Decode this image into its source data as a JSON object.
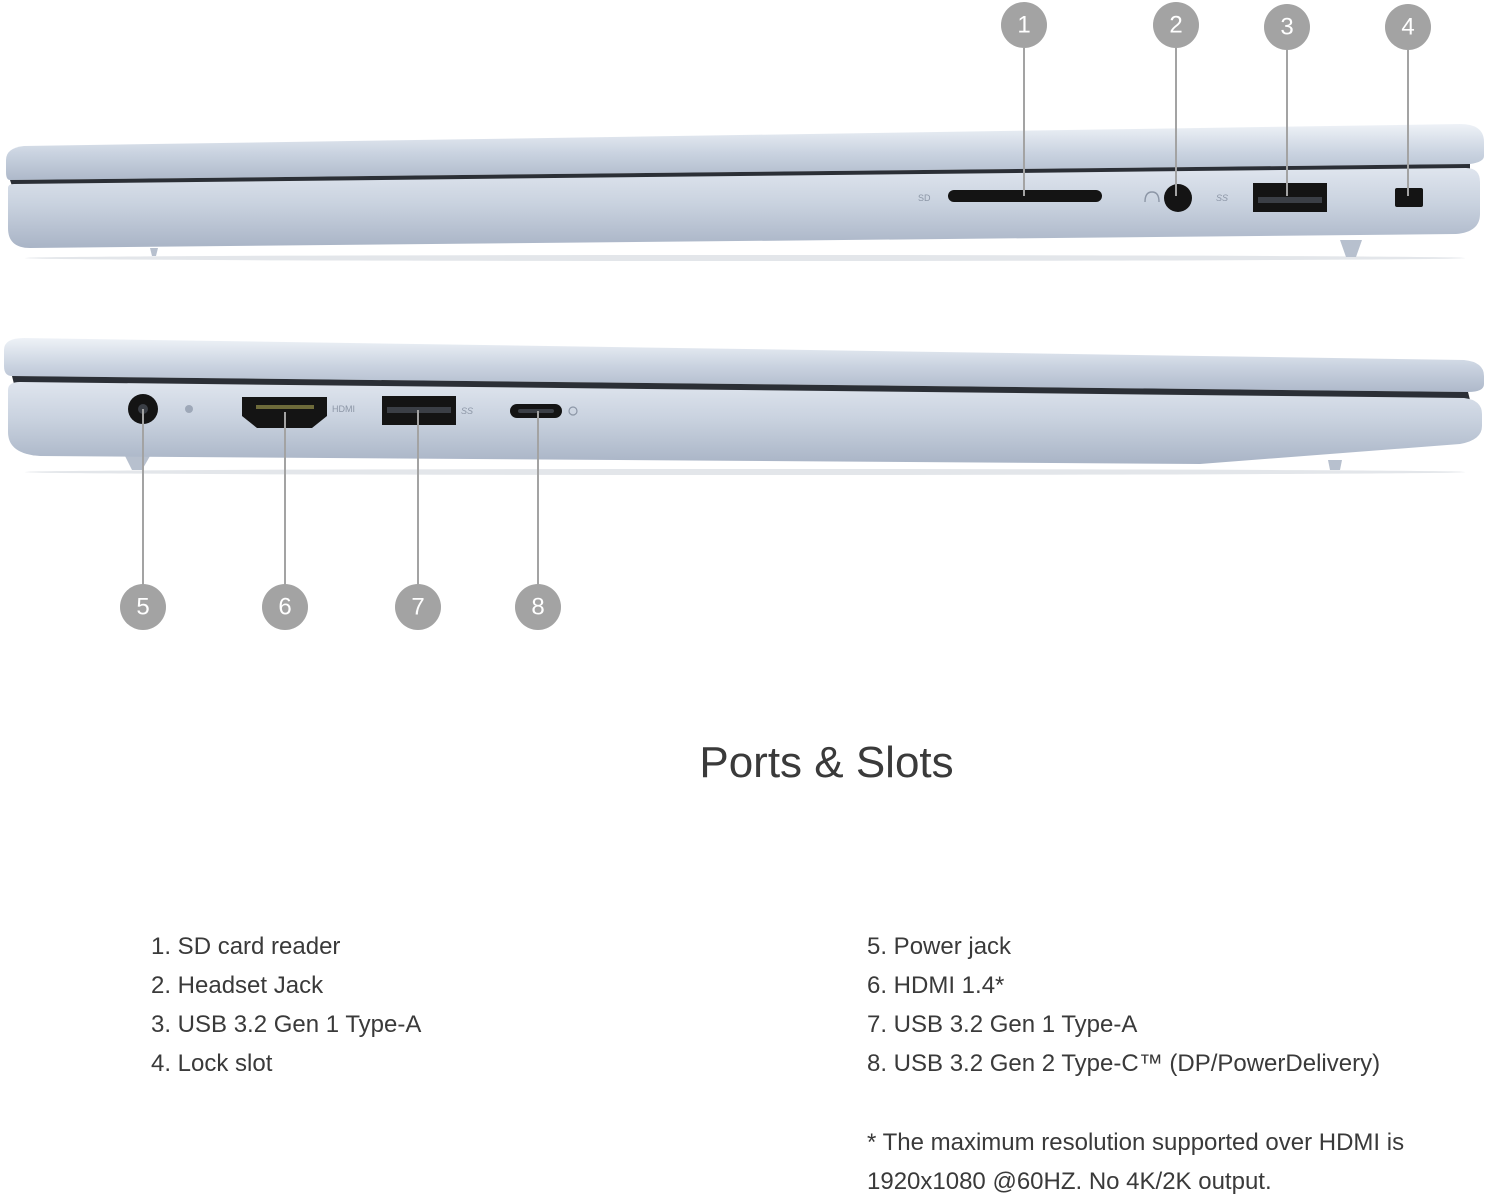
{
  "title": "Ports & Slots",
  "callouts": [
    "1",
    "2",
    "3",
    "4",
    "5",
    "6",
    "7",
    "8"
  ],
  "port_labels": {
    "sd": "SD",
    "hdmi": "HDMI",
    "ss_right": "SS",
    "ss_left": "SS"
  },
  "ports_left": [
    "1. SD card reader",
    "2. Headset Jack",
    "3. USB 3.2 Gen 1 Type-A",
    "4. Lock slot"
  ],
  "ports_right": [
    "5. Power jack",
    "6. HDMI 1.4*",
    "7. USB 3.2 Gen 1 Type-A",
    "8. USB 3.2 Gen 2 Type-C™ (DP/PowerDelivery)"
  ],
  "note": "* The maximum resolution supported over HDMI is 1920x1080 @60HZ. No 4K/2K output.",
  "colors": {
    "body": "#c2ccdb",
    "body_highlight": "#e4e9f1",
    "callout": "#a3a3a3",
    "port": "#141414",
    "text": "#3a3a3a"
  }
}
